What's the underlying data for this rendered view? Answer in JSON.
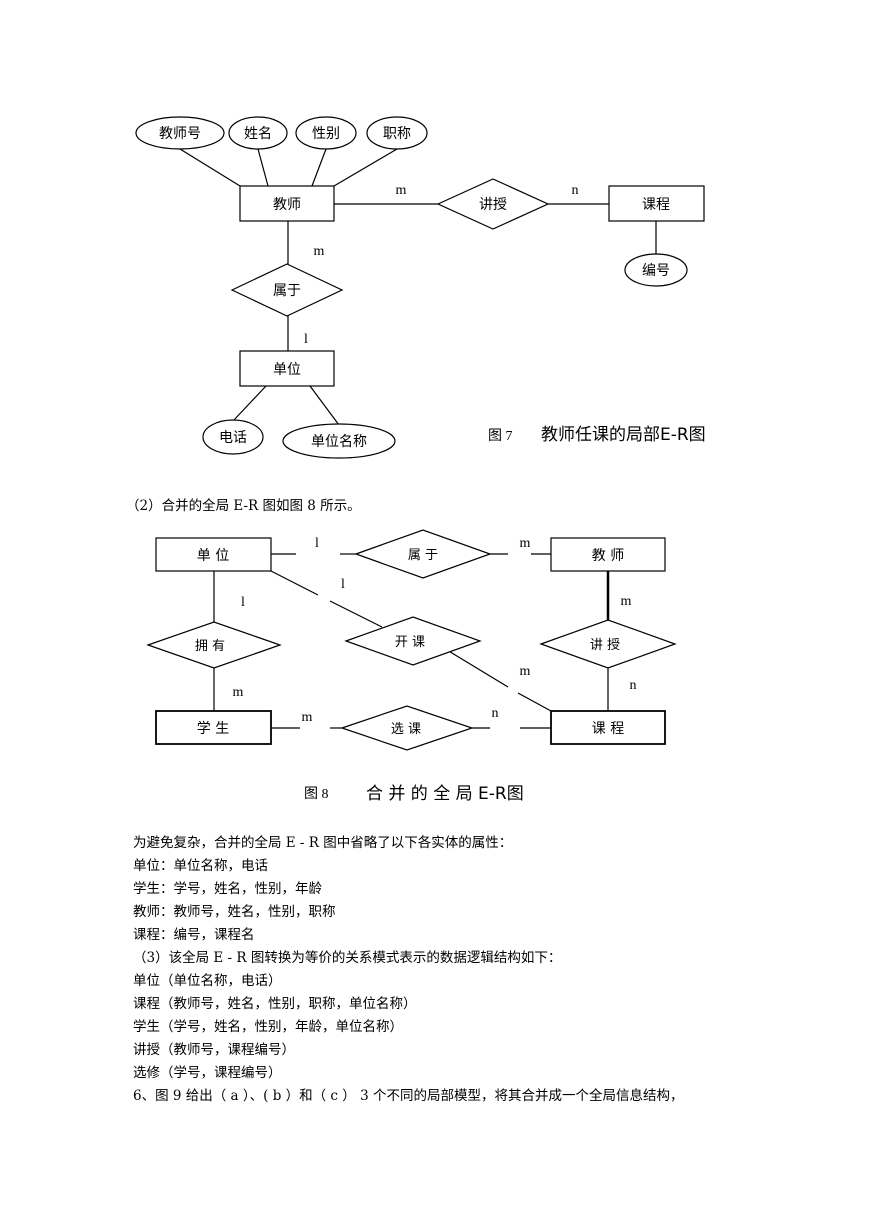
{
  "fig7": {
    "attributes": [
      "教师号",
      "姓名",
      "性别",
      "职称"
    ],
    "entity_teacher": "教师",
    "rel_teach": "讲授",
    "entity_course": "课程",
    "course_attr": "编号",
    "rel_belong": "属于",
    "entity_unit": "单位",
    "unit_attrs": [
      "电话",
      "单位名称"
    ],
    "card_teacher_teach": "m",
    "card_teach_course": "n",
    "card_teacher_belong": "m",
    "card_belong_unit": "l",
    "caption_num": "图 7",
    "caption_text": "教师任课的局部E-R图"
  },
  "para2": "（2）合并的全局 E-R 图如图 8 所示。",
  "fig8": {
    "unit": "单 位",
    "belong": "属 于",
    "teacher": "教 师",
    "own": "拥 有",
    "open": "开 课",
    "teach": "讲 授",
    "student": "学 生",
    "select": "选 课",
    "course": "课 程",
    "c_unit_belong": "l",
    "c_belong_teacher": "m",
    "c_unit_open": "l",
    "c_unit_own": "l",
    "c_teacher_teach": "m",
    "c_own_student": "m",
    "c_open_course": "m",
    "c_teach_course": "n",
    "c_student_select": "m",
    "c_select_course": "n",
    "caption_num": "图 8",
    "caption_text": "合 并 的 全 局 E-R图"
  },
  "lines": [
    "为避免复杂，合并的全局 E - R 图中省略了以下各实体的属性：",
    "单位：单位名称，电话",
    "学生：学号，姓名，性别，年龄",
    "教师：教师号，姓名，性别，职称",
    "课程：编号，课程名",
    "（3）该全局 E - R 图转换为等价的关系模式表示的数据逻辑结构如下：",
    "单位（单位名称，电话）",
    "课程（教师号，姓名，性别，职称，单位名称）",
    "学生（学号，姓名，性别，年龄，单位名称）",
    "讲授（教师号，课程编号）",
    "选修（学号，课程编号）",
    "6、图 9 给出（ a ）、( b ）和（ c ） 3 个不同的局部模型，将其合并成一个全局信息结构，"
  ]
}
